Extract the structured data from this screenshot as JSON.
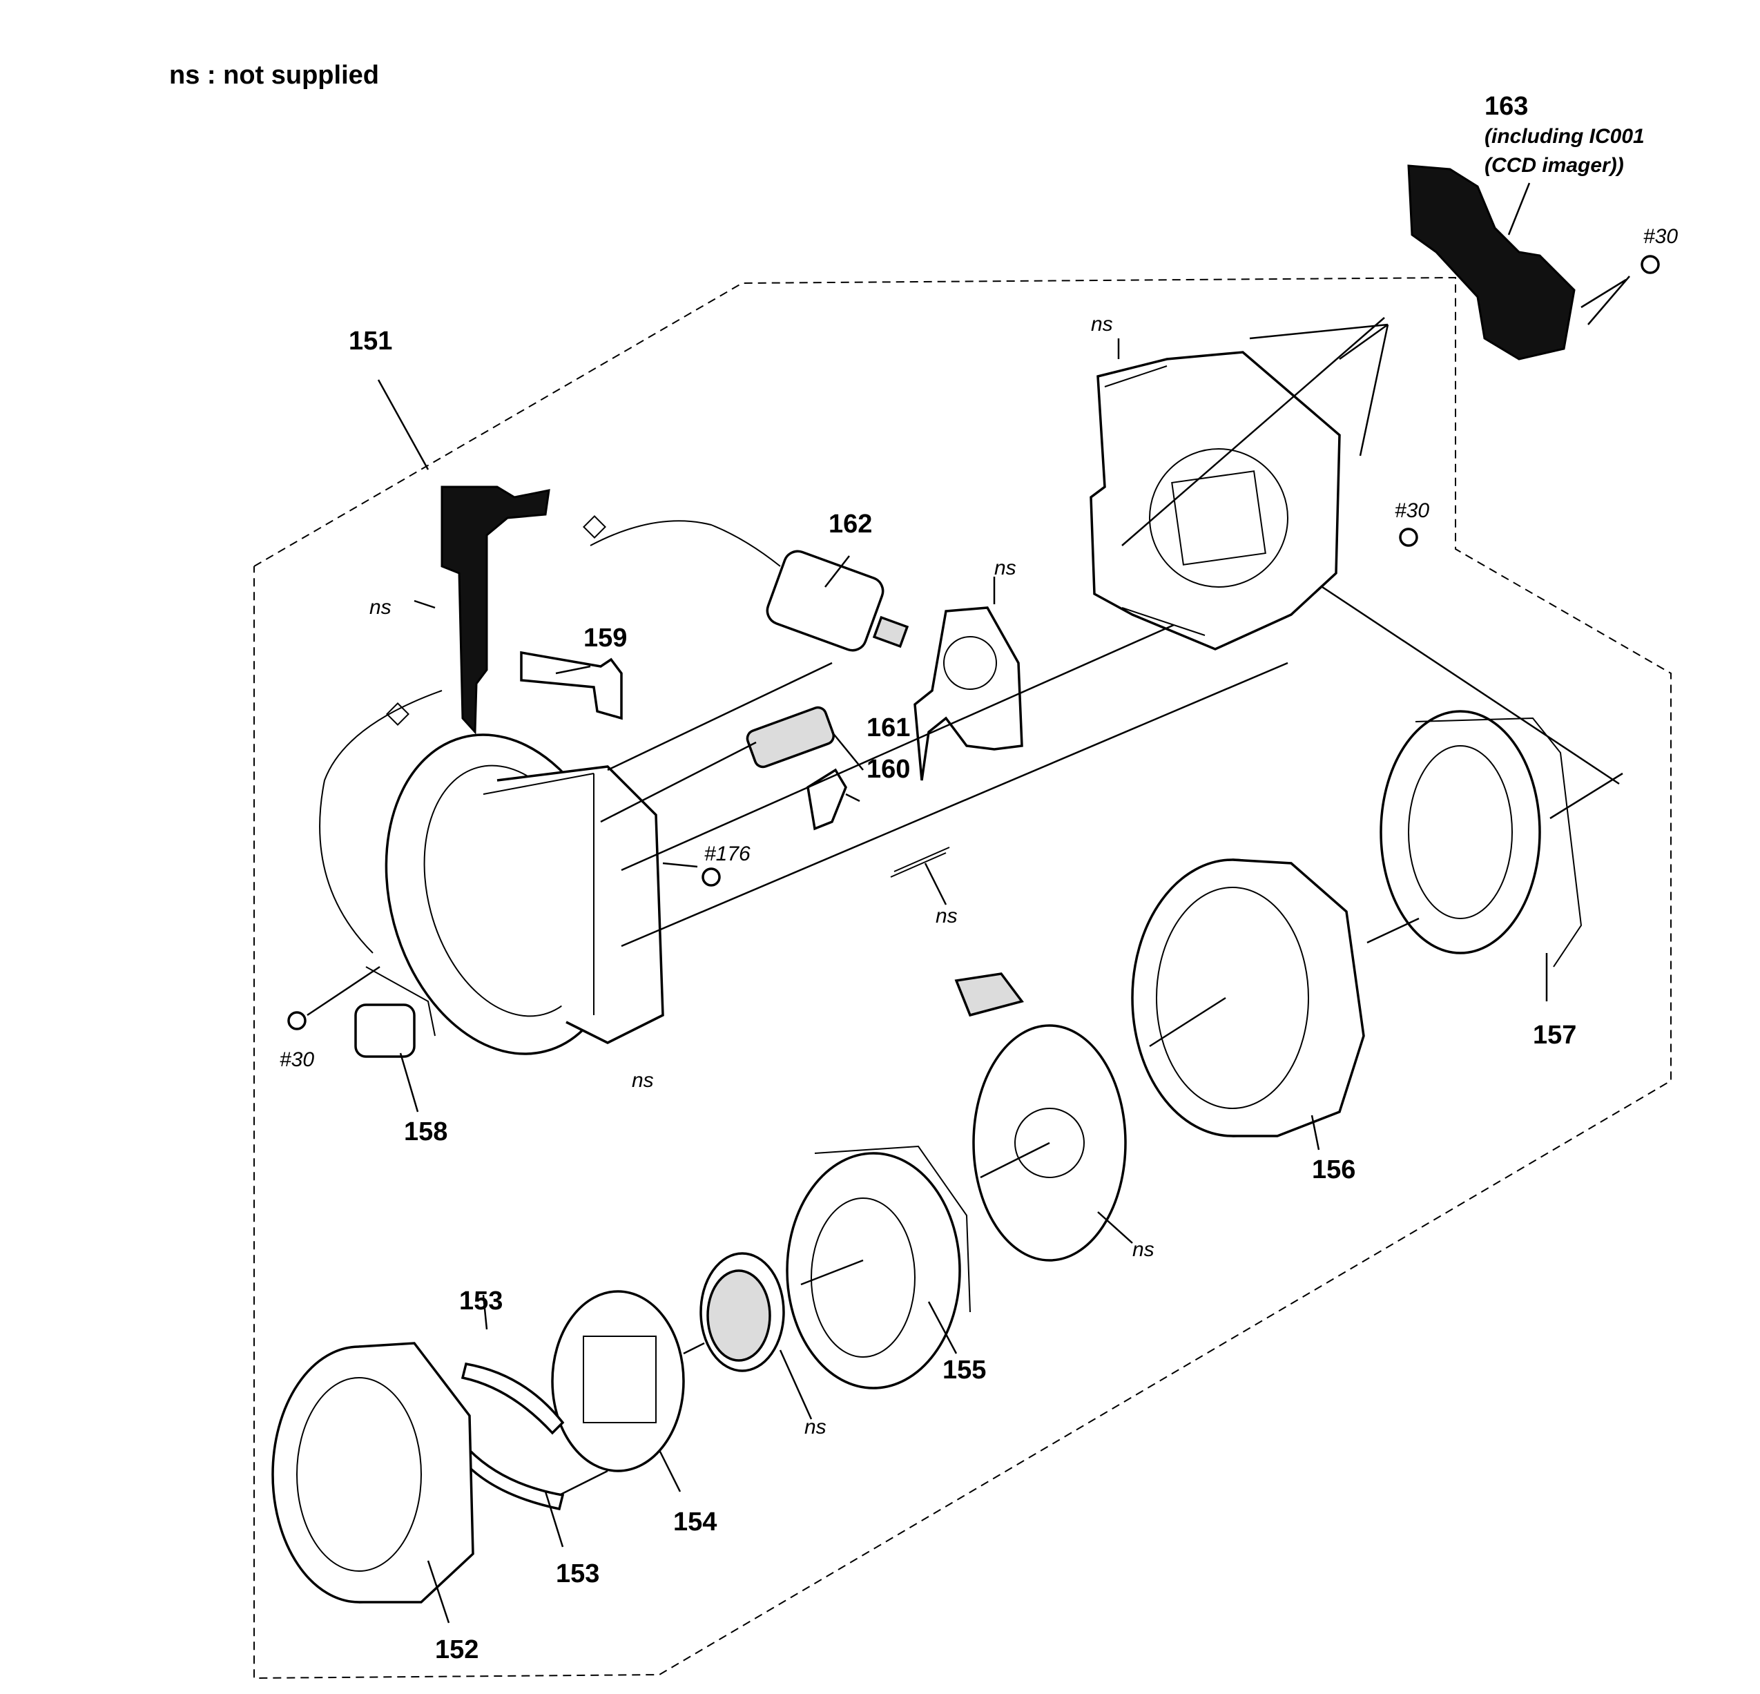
{
  "legend": {
    "text": "ns : not supplied"
  },
  "colors": {
    "line": "#000000",
    "background": "#ffffff",
    "part_fill": "#dcdcdc"
  },
  "labels": {
    "p151": "151",
    "p152": "152",
    "p153a": "153",
    "p153b": "153",
    "p154": "154",
    "p155": "155",
    "p156": "156",
    "p157": "157",
    "p158": "158",
    "p159": "159",
    "p160": "160",
    "p161": "161",
    "p162": "162",
    "p163": "163",
    "p163_note1": "(including IC001",
    "p163_note2": "(CCD imager))",
    "screw30_top": "#30",
    "screw30_right": "#30",
    "screw30_left": "#30",
    "screw176": "#176",
    "ns_flex": "ns",
    "ns_frame_top": "ns",
    "ns_bracket": "ns",
    "ns_spring": "ns",
    "ns_ring_base": "ns",
    "ns_shutter": "ns",
    "ns_lens": "ns"
  }
}
